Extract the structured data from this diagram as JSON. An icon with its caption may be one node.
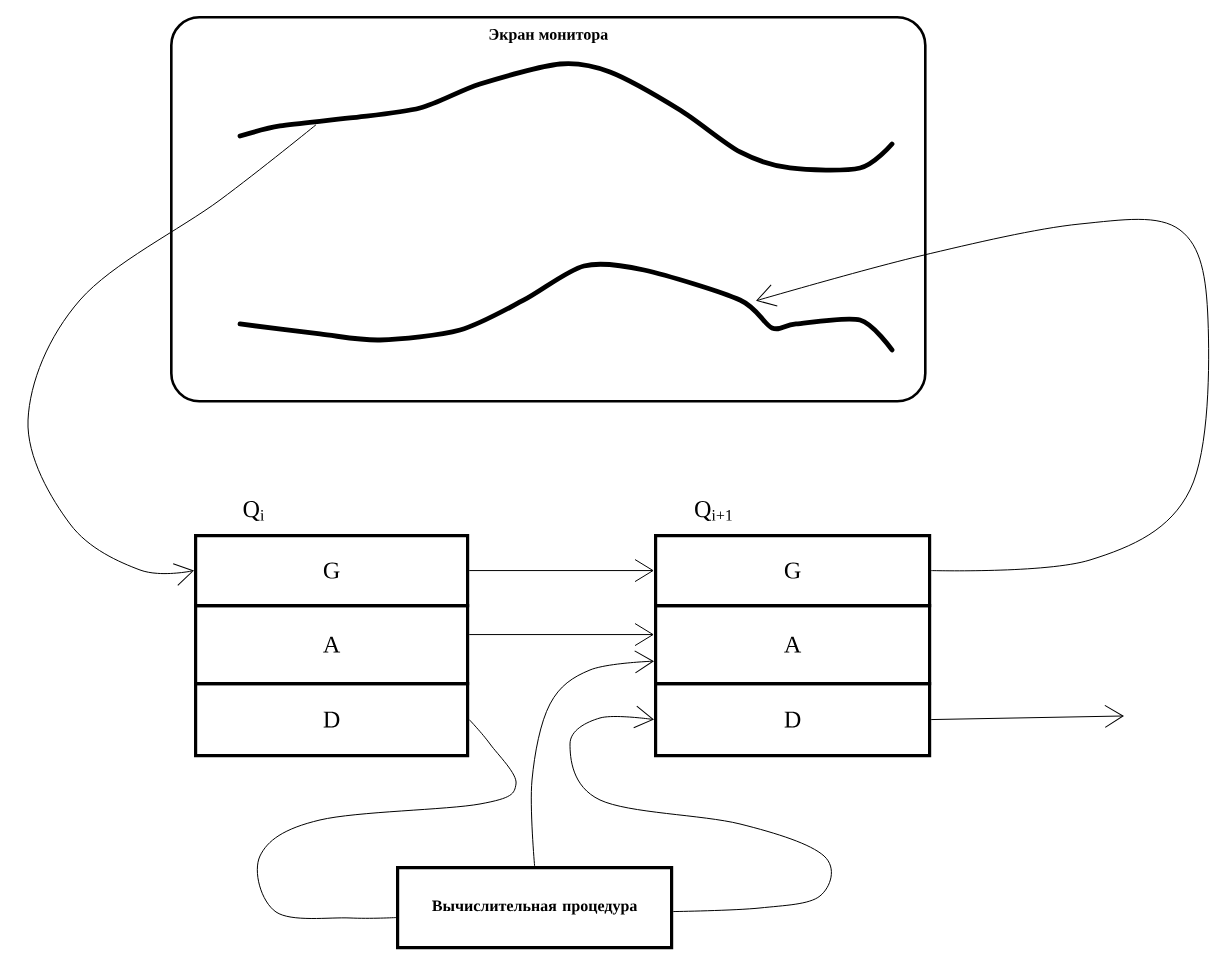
{
  "diagram": {
    "nodes": [
      {
        "text": [
          "Экран монитора"
        ]
      },
      {
        "text": [],
        "shape": "curve",
        "in": 0
      },
      {
        "text": [],
        "shape": "curve",
        "in": 0
      },
      {
        "text": [
          "G"
        ],
        "beside": [
          "Q$_{i}$"
        ]
      },
      {
        "text": [
          "A"
        ]
      },
      {
        "text": [
          "D"
        ]
      },
      {
        "text": [
          "G"
        ],
        "beside": [
          "Q$_{i+1}$"
        ]
      },
      {
        "text": [
          "A"
        ]
      },
      {
        "text": [
          "D"
        ]
      },
      {
        "text": [
          "Вычислительная процедура"
        ]
      }
    ],
    "edges": [
      {
        "from": 1,
        "to": 3,
        "arrow": "to"
      },
      {
        "from": 6,
        "to": 2,
        "arrow": "to"
      },
      {
        "from": 3,
        "to": 6,
        "arrow": "to"
      },
      {
        "from": 4,
        "to": 7,
        "arrow": "to"
      },
      {
        "from": 5,
        "to": 9,
        "arrow": "none"
      },
      {
        "from": 9,
        "to": 7,
        "arrow": "to"
      },
      {
        "from": 9,
        "to": 8,
        "arrow": "to"
      },
      {
        "from": 8,
        "to": null,
        "arrow": "to"
      }
    ]
  }
}
